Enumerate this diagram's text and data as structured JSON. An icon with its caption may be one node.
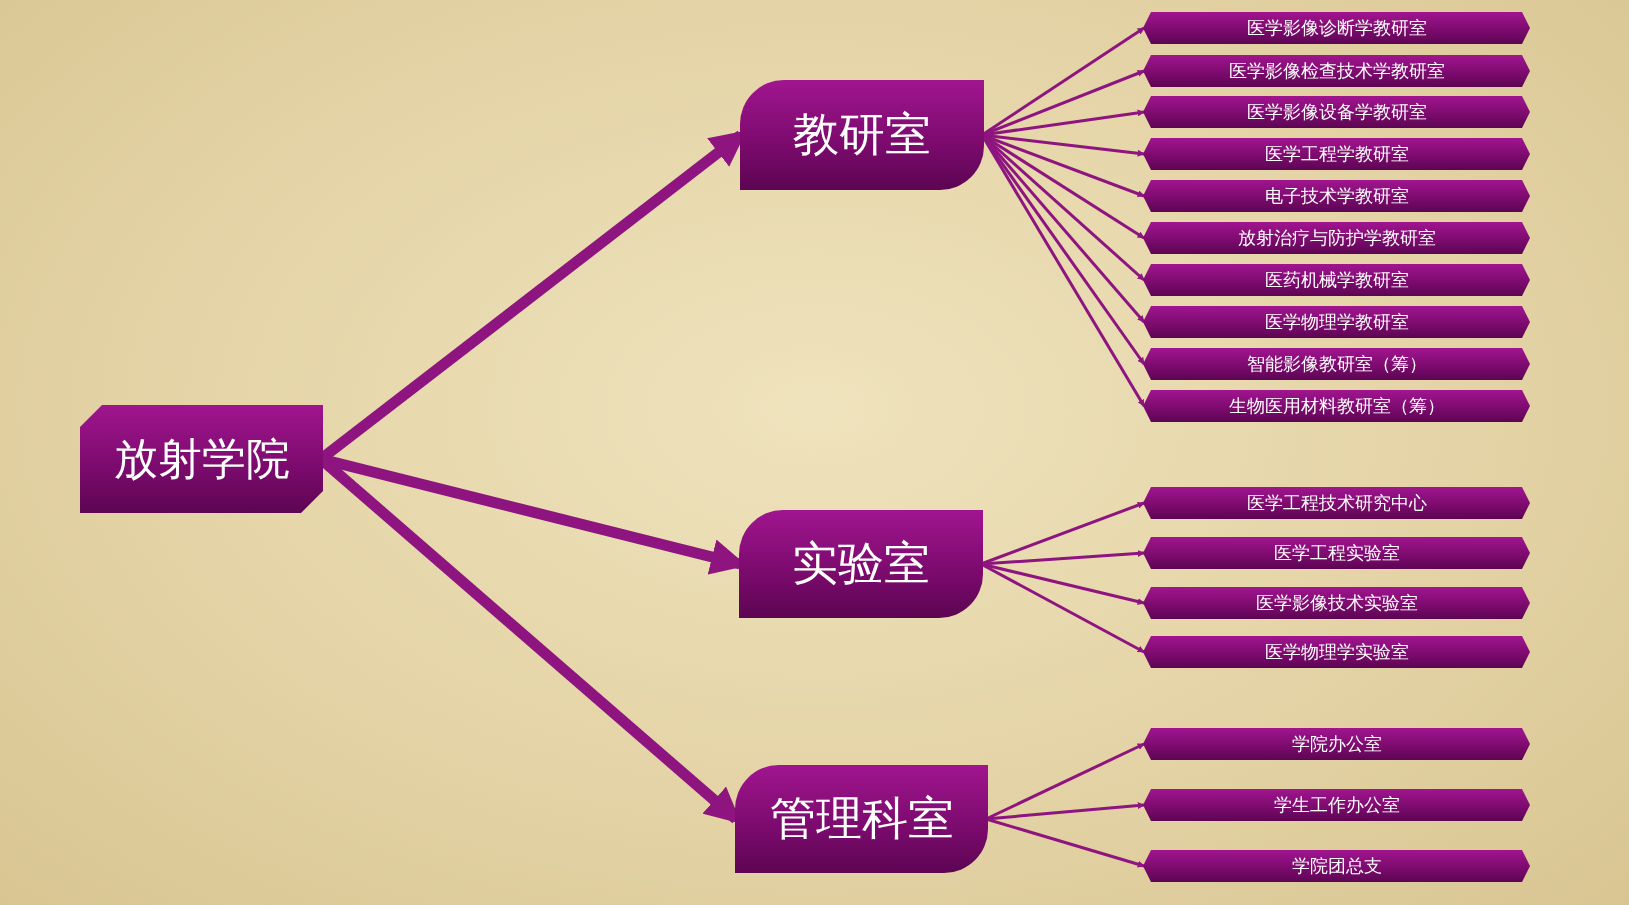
{
  "diagram": {
    "nodes": [
      {
        "text": [
          "放射学院"
        ]
      },
      {
        "text": [
          "教研室"
        ]
      },
      {
        "text": [
          "实验室"
        ]
      },
      {
        "text": [
          "管理科室"
        ]
      },
      {
        "text": [
          "医学影像诊断学教研室"
        ]
      },
      {
        "text": [
          "医学影像检查技术学教研室"
        ]
      },
      {
        "text": [
          "医学影像设备学教研室"
        ]
      },
      {
        "text": [
          "医学工程学教研室"
        ]
      },
      {
        "text": [
          "电子技术学教研室"
        ]
      },
      {
        "text": [
          "放射治疗与防护学教研室"
        ]
      },
      {
        "text": [
          "医药机械学教研室"
        ]
      },
      {
        "text": [
          "医学物理学教研室"
        ]
      },
      {
        "text": [
          "智能影像教研室（筹）"
        ]
      },
      {
        "text": [
          "生物医用材料教研室（筹）"
        ]
      },
      {
        "text": [
          "医学工程技术研究中心"
        ]
      },
      {
        "text": [
          "医学工程实验室"
        ]
      },
      {
        "text": [
          "医学影像技术实验室"
        ]
      },
      {
        "text": [
          "医学物理学实验室"
        ]
      },
      {
        "text": [
          "学院办公室"
        ]
      },
      {
        "text": [
          "学生工作办公室"
        ]
      },
      {
        "text": [
          "学院团总支"
        ]
      }
    ],
    "edges": [
      {
        "from": 0,
        "to": 1,
        "arrow": "to",
        "style": "thick"
      },
      {
        "from": 0,
        "to": 2,
        "arrow": "to",
        "style": "thick"
      },
      {
        "from": 0,
        "to": 3,
        "arrow": "to",
        "style": "thick"
      },
      {
        "from": 1,
        "to": 4,
        "arrow": "to"
      },
      {
        "from": 1,
        "to": 5,
        "arrow": "to"
      },
      {
        "from": 1,
        "to": 6,
        "arrow": "to"
      },
      {
        "from": 1,
        "to": 7,
        "arrow": "to"
      },
      {
        "from": 1,
        "to": 8,
        "arrow": "to"
      },
      {
        "from": 1,
        "to": 9,
        "arrow": "to"
      },
      {
        "from": 1,
        "to": 10,
        "arrow": "to"
      },
      {
        "from": 1,
        "to": 11,
        "arrow": "to"
      },
      {
        "from": 1,
        "to": 12,
        "arrow": "to"
      },
      {
        "from": 1,
        "to": 13,
        "arrow": "to"
      },
      {
        "from": 2,
        "to": 14,
        "arrow": "to"
      },
      {
        "from": 2,
        "to": 15,
        "arrow": "to"
      },
      {
        "from": 2,
        "to": 16,
        "arrow": "to"
      },
      {
        "from": 2,
        "to": 17,
        "arrow": "to"
      },
      {
        "from": 3,
        "to": 18,
        "arrow": "to"
      },
      {
        "from": 3,
        "to": 19,
        "arrow": "to"
      },
      {
        "from": 3,
        "to": 20,
        "arrow": "to"
      }
    ]
  }
}
